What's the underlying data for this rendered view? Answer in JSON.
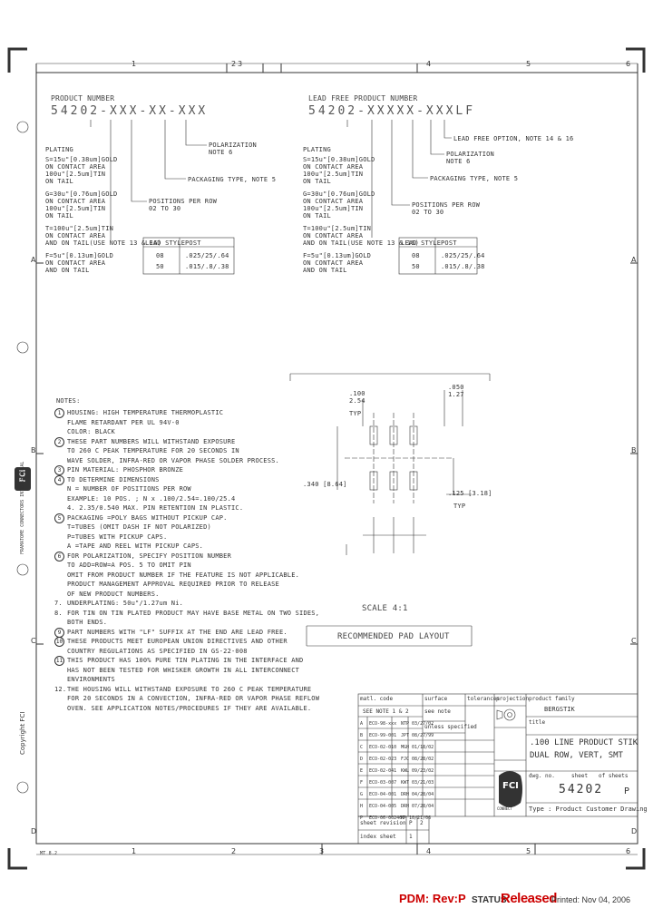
{
  "zones": {
    "top": [
      "1",
      "2",
      "3",
      "4",
      "5",
      "6"
    ],
    "bottom": [
      "1",
      "2",
      "3",
      "4",
      "5",
      "6"
    ],
    "rows": [
      "A",
      "B",
      "C",
      "D"
    ]
  },
  "left_header": {
    "title": "PRODUCT NUMBER",
    "pattern": "54202-XXX-XX-XXX",
    "polarization": [
      "POLARIZATION",
      "NOTE 6"
    ],
    "packaging": "PACKAGING TYPE, NOTE 5",
    "positions": [
      "POSITIONS PER ROW",
      "02 TO 30"
    ],
    "plating_label": "PLATING",
    "plating": [
      "S=15u\"[0.38um]GOLD",
      "ON CONTACT AREA",
      "100u\"[2.5um]TIN",
      "ON TAIL",
      "G=30u\"[0.76um]GOLD",
      "ON CONTACT AREA",
      "100u\"[2.5um]TIN",
      "ON TAIL",
      "T=100u\"[2.5um]TIN",
      "ON CONTACT AREA",
      "AND ON TAIL(USE NOTE 13 & 16)",
      "F=5u\"[0.13um]GOLD",
      "ON CONTACT AREA",
      "AND ON TAIL"
    ],
    "table": {
      "col1": "LEAD STYLE",
      "col2": "POST",
      "rows": [
        [
          "08",
          ".025/25/.64"
        ],
        [
          "50",
          ".015/.8/.38"
        ]
      ]
    }
  },
  "right_header": {
    "title": "LEAD FREE PRODUCT NUMBER",
    "pattern": "54202-XXXXX-XXXLF",
    "lead_free": "LEAD FREE OPTION, NOTE 14 & 16",
    "polarization": [
      "POLARIZATION",
      "NOTE 6"
    ],
    "packaging": "PACKAGING TYPE, NOTE 5",
    "positions": [
      "POSITIONS PER ROW",
      "02 TO 30"
    ],
    "plating_label": "PLATING",
    "plating": [
      "S=15u\"[0.38um]GOLD",
      "ON CONTACT AREA",
      "100u\"[2.5um]TIN",
      "ON TAIL",
      "G=30u\"[0.76um]GOLD",
      "ON CONTACT AREA",
      "100u\"[2.5um]TIN",
      "ON TAIL",
      "T=100u\"[2.5um]TIN",
      "ON CONTACT AREA",
      "AND ON TAIL(USE NOTE 13 & 16)",
      "F=5u\"[0.13um]GOLD",
      "ON CONTACT AREA",
      "AND ON TAIL"
    ],
    "table": {
      "col1": "LEAD STYLE",
      "col2": "POST",
      "rows": [
        [
          "08",
          ".025/25/.64"
        ],
        [
          "50",
          ".015/.8/.38"
        ]
      ]
    }
  },
  "pad_layout": {
    "dim1": [
      ".100",
      "2.54",
      "TYP"
    ],
    "dim2": [
      ".050",
      "1.27"
    ],
    "dim3": ".340 [8.64]",
    "dim4": [
      ".125 [3.18]",
      "TYP"
    ],
    "scale": "SCALE 4:1",
    "title": "RECOMMENDED PAD LAYOUT"
  },
  "notes": {
    "title": "NOTES:",
    "lines": [
      {
        "n": "1",
        "circle": true,
        "text": "HOUSING: HIGH TEMPERATURE THERMOPLASTIC"
      },
      {
        "n": "",
        "circle": false,
        "text": "               FLAME RETARDANT PER UL 94V-0"
      },
      {
        "n": "",
        "circle": false,
        "text": "               COLOR: BLACK"
      },
      {
        "n": "2",
        "circle": true,
        "text": "THESE PART NUMBERS WILL WITHSTAND EXPOSURE"
      },
      {
        "n": "",
        "circle": false,
        "text": "TO 260 C PEAK TEMPERATURE FOR 20 SECONDS IN"
      },
      {
        "n": "",
        "circle": false,
        "text": "WAVE SOLDER, INFRA-RED OR VAPOR PHASE SOLDER PROCESS."
      },
      {
        "n": "3",
        "circle": true,
        "text": "PIN MATERIAL: PHOSPHOR BRONZE"
      },
      {
        "n": "4",
        "circle": true,
        "text": "TO DETERMINE DIMENSIONS"
      },
      {
        "n": "",
        "circle": false,
        "text": "N = NUMBER OF POSITIONS PER ROW"
      },
      {
        "n": "",
        "circle": false,
        "text": "EXAMPLE: 10 POS. ; N x .100/2.54=.100/25.4"
      },
      {
        "n": "",
        "circle": false,
        "text": "4. 2.35/0.540 MAX. PIN RETENTION IN PLASTIC."
      },
      {
        "n": "5",
        "circle": true,
        "text": "PACKAGING   =POLY BAGS WITHOUT PICKUP CAP."
      },
      {
        "n": "",
        "circle": false,
        "text": "            T=TUBES (OMIT DASH IF NOT POLARIZED)"
      },
      {
        "n": "",
        "circle": false,
        "text": "            P=TUBES WITH PICKUP CAPS."
      },
      {
        "n": "",
        "circle": false,
        "text": "            A =TAPE AND REEL WITH PICKUP CAPS."
      },
      {
        "n": "6",
        "circle": true,
        "text": "FOR POLARIZATION, SPECIFY POSITION NUMBER"
      },
      {
        "n": "",
        "circle": false,
        "text": "TO ADD=ROW=A POS. 5 TO OMIT PIN"
      },
      {
        "n": "",
        "circle": false,
        "text": "OMIT FROM PRODUCT NUMBER IF THE FEATURE IS NOT APPLICABLE."
      },
      {
        "n": "",
        "circle": false,
        "text": "PRODUCT MANAGEMENT APPROVAL REQUIRED PRIOR TO RELEASE"
      },
      {
        "n": "",
        "circle": false,
        "text": "OF NEW PRODUCT NUMBERS."
      },
      {
        "n": "7.",
        "circle": false,
        "text": "UNDERPLATING: 50u\"/1.27um Ni."
      },
      {
        "n": "8.",
        "circle": false,
        "text": "FOR TIN ON TIN PLATED PRODUCT MAY HAVE BASE METAL ON TWO SIDES,"
      },
      {
        "n": "",
        "circle": false,
        "text": "BOTH ENDS."
      },
      {
        "n": "9",
        "circle": true,
        "text": "PART NUMBERS WITH \"LF\" SUFFIX AT THE END ARE LEAD FREE."
      },
      {
        "n": "10",
        "circle": true,
        "text": "THESE PRODUCTS MEET EUROPEAN UNION DIRECTIVES AND OTHER"
      },
      {
        "n": "",
        "circle": false,
        "text": "COUNTRY REGULATIONS AS SPECIFIED IN GS-22-008"
      },
      {
        "n": "11",
        "circle": true,
        "text": "THIS PRODUCT HAS 100% PURE TIN PLATING IN THE INTERFACE AND"
      },
      {
        "n": "",
        "circle": false,
        "text": "HAS NOT BEEN TESTED FOR WHISKER GROWTH IN ALL INTERCONNECT"
      },
      {
        "n": "",
        "circle": false,
        "text": "ENVIRONMENTS"
      },
      {
        "n": "12.",
        "circle": false,
        "text": "THE HOUSING WILL WITHSTAND EXPOSURE TO 260 C PEAK TEMPERATURE"
      },
      {
        "n": "",
        "circle": false,
        "text": "FOR 20 SECONDS IN A CONVECTION, INFRA-RED OR VAPOR PHASE REFLOW"
      },
      {
        "n": "",
        "circle": false,
        "text": "OVEN. SEE APPLICATION NOTES/PROCEDURES IF THEY ARE AVAILABLE."
      }
    ]
  },
  "title_block": {
    "mat_label": "matl. code",
    "mat_value": "SEE NOTE 1 & 2",
    "surface_label": "surface",
    "surface_value": "see note",
    "tolerances_label": "tolerances",
    "tolerances_value": "unless specified",
    "projection_label": "projection",
    "product_family_label": "product family",
    "product_family_value": "BERGSTIK",
    "title_label": "title",
    "title_value_1": ".100 LINE PRODUCT STIK",
    "title_value_2": "DUAL ROW, VERT, SMT",
    "dwg_no_label": "dwg. no.",
    "dwg_no_value": "54202",
    "rev_value": "P",
    "sheet_label": "sheet",
    "of_label": "of sheets",
    "type_value": "Type : Product Customer Drawing",
    "sheet_rev_label": "sheet   revision",
    "index_label": "index   sheet",
    "rev_cells": [
      "P",
      "1",
      "2"
    ],
    "rev_rows": [
      [
        "A",
        "ECO-98-xxx",
        "NTP 03/27/02"
      ],
      [
        "B",
        "ECO-99-001",
        "JPT 08/27/99"
      ],
      [
        "C",
        "ECO-02-010",
        "MGH 01/18/02"
      ],
      [
        "D",
        "ECO-02-023",
        "FJC 08/28/02"
      ],
      [
        "E",
        "ECO-02-041",
        "KWL 09/23/02"
      ],
      [
        "F",
        "ECO-03-007",
        "KWT 03/21/03"
      ],
      [
        "G",
        "ECO-04-001",
        "DRH 04/28/04"
      ],
      [
        "H",
        "ECO-04-005",
        "DRH 07/28/04"
      ],
      [
        "P",
        "ECO-06-002467",
        "KP 10/21/06"
      ]
    ],
    "fci_logo": "FCI",
    "fci_sub": "CONNECT"
  },
  "side": {
    "fci": "FCI",
    "framatome": "FRAMATOME CONNECTORS INTERNATIONAL",
    "copyright": "Copyright  FCI"
  },
  "footer": {
    "pdm_label": "PDM: Rev:P",
    "status_label": "STATUS",
    "status_value": "Released",
    "printed": "Printed: Nov 04, 2006",
    "form_code": "MT 8.2"
  },
  "colors": {
    "pdm": "#cc0000",
    "status_value": "#cc0000",
    "line": "#333333"
  }
}
